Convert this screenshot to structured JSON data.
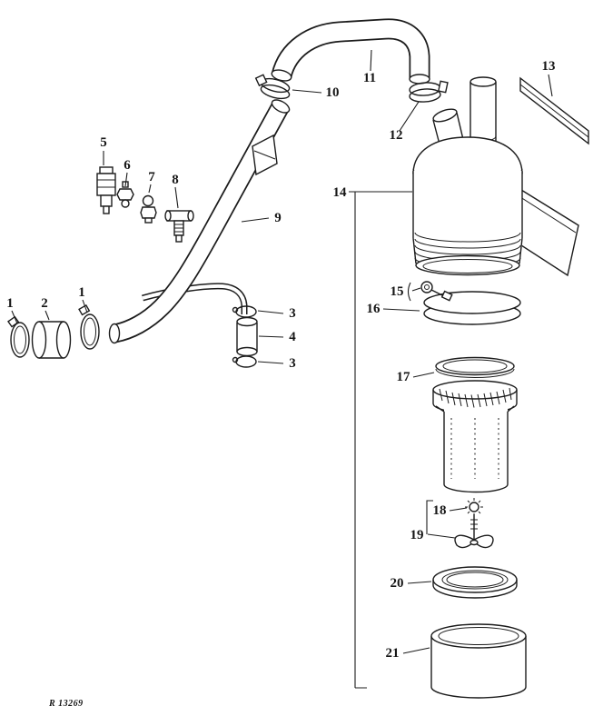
{
  "figure": {
    "reference": "R 13269",
    "labels": [
      "1",
      "2",
      "1",
      "3",
      "4",
      "3",
      "5",
      "6",
      "7",
      "8",
      "9",
      "10",
      "11",
      "12",
      "13",
      "14",
      "15",
      "16",
      "17",
      "18",
      "19",
      "20",
      "21"
    ],
    "colors": {
      "ink": "#1c1c1c",
      "paper": "#ffffff"
    }
  }
}
